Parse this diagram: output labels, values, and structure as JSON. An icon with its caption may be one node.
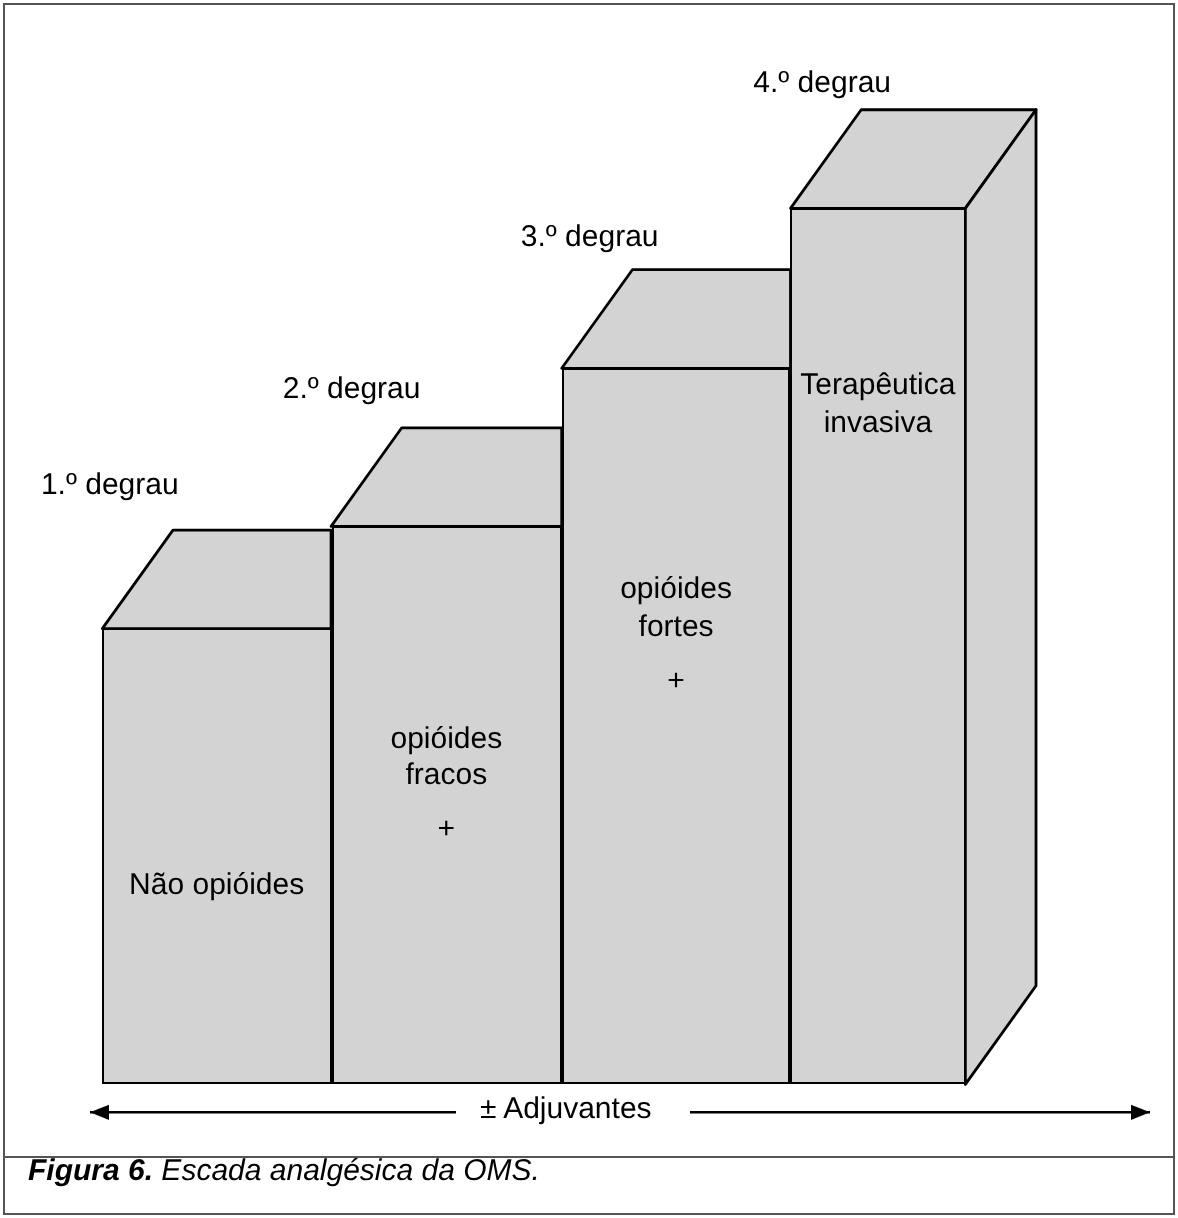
{
  "diagram": {
    "caption": "**Figura 6.** Escada analgésica da OMS.",
    "nodes": [
      {
        "text": [
          "Não opióides"
        ]
      },
      {
        "text": [
          "opióides fracos",
          "+"
        ]
      },
      {
        "text": [
          "opióides fortes",
          "+"
        ]
      },
      {
        "text": [
          "Terapêutica invasiva"
        ]
      }
    ],
    "edges": [],
    "labels": [
      "4.º degrau",
      "3.º degrau",
      "2.º degrau",
      "1.º degrau",
      "± Adjuvantes"
    ]
  }
}
